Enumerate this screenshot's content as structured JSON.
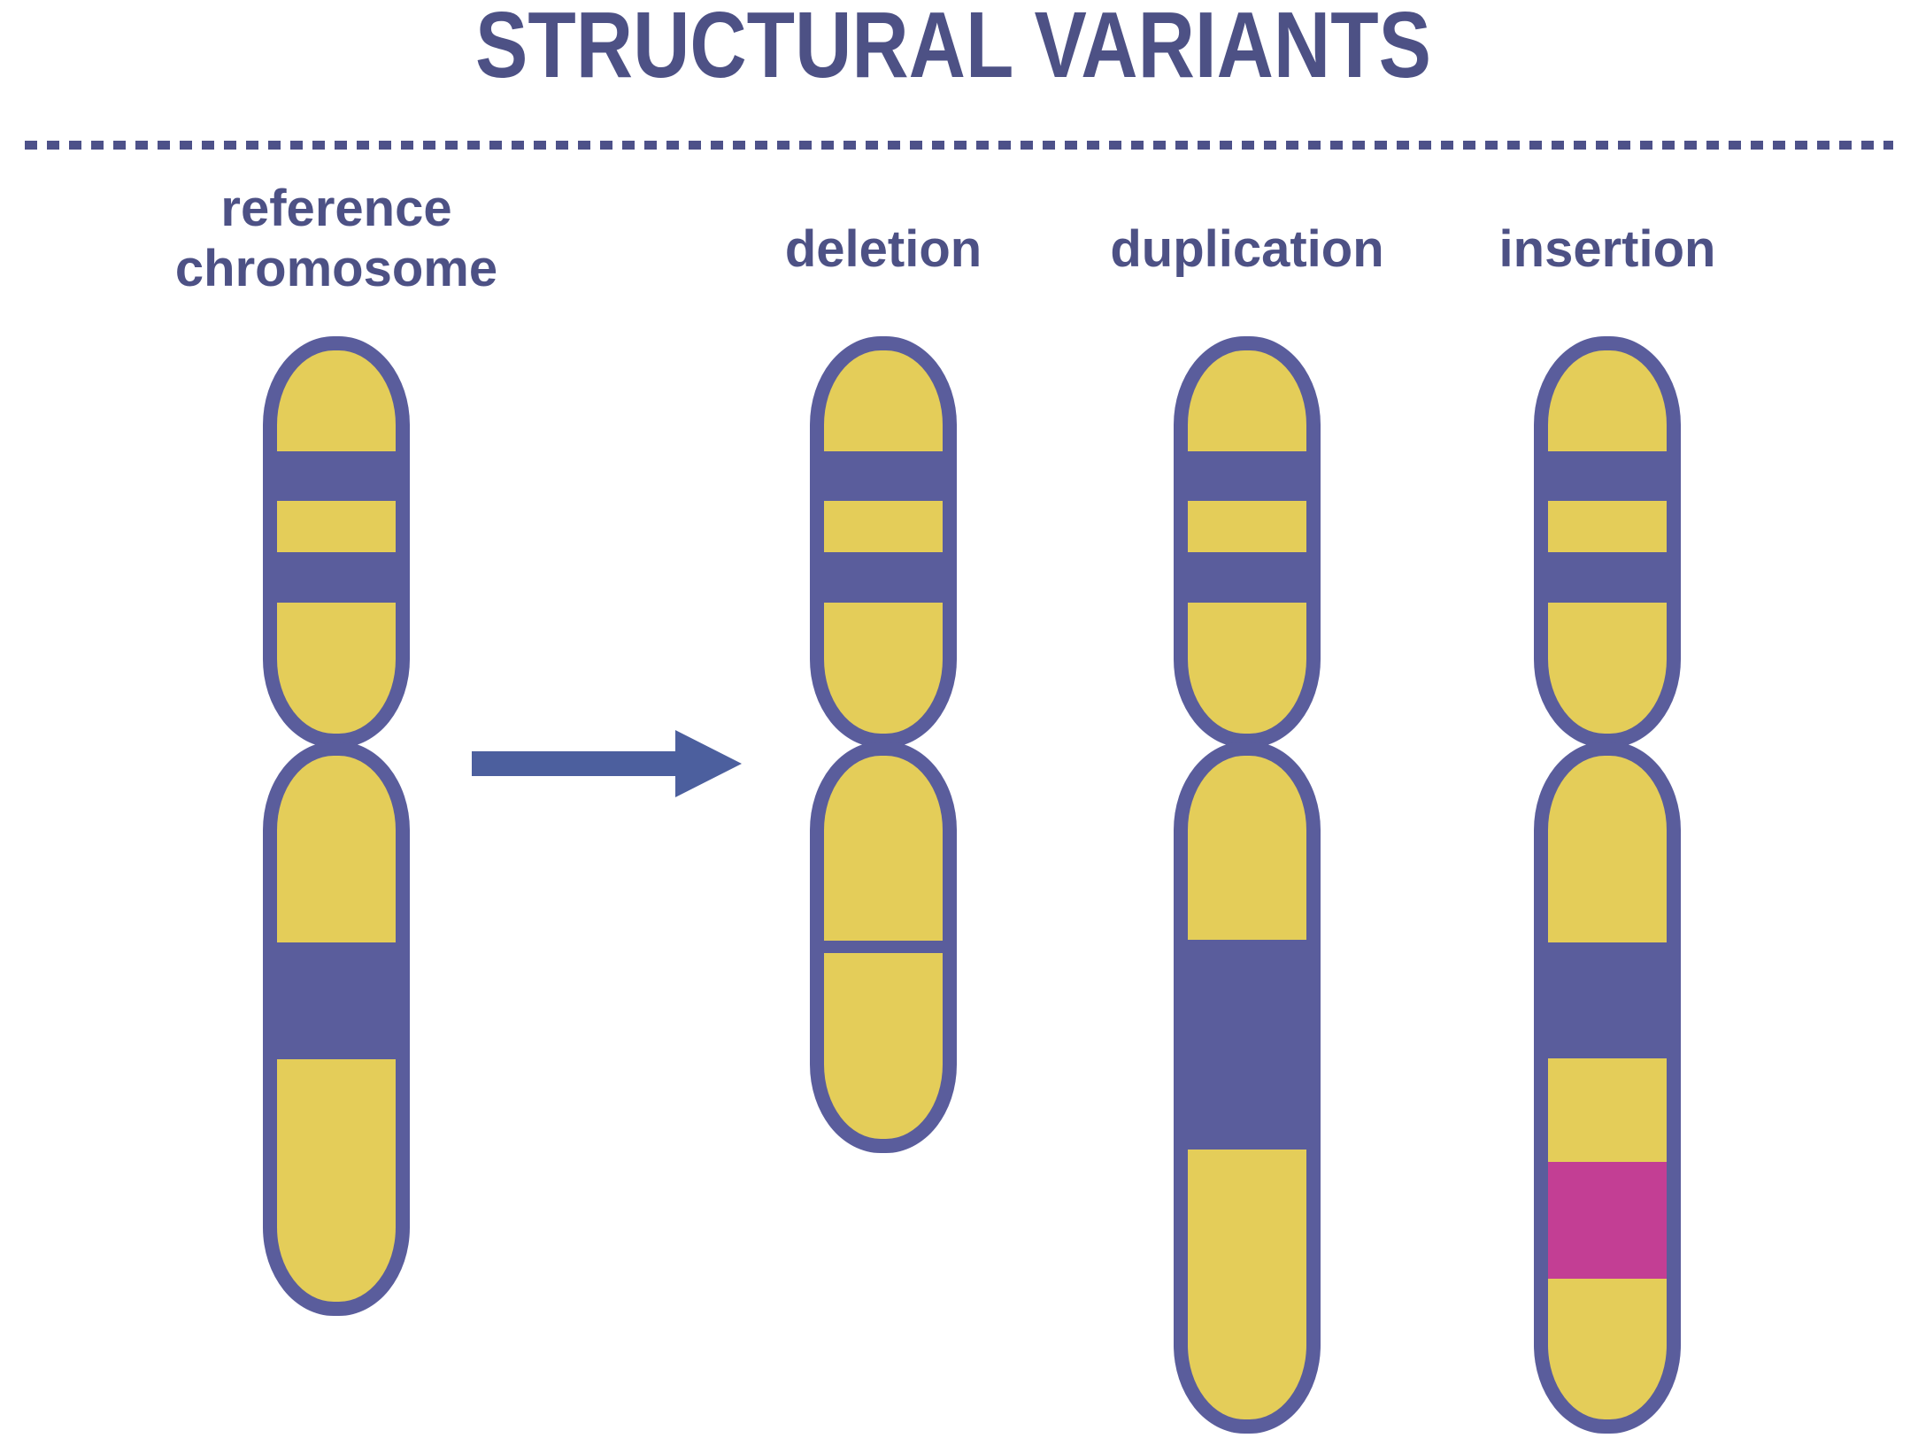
{
  "title": "STRUCTURAL VARIANTS",
  "labels": {
    "reference": "reference\nchromosome",
    "deletion": "deletion",
    "duplication": "duplication",
    "insertion": "insertion"
  },
  "diagram": {
    "chromosomes": [
      {
        "id": "reference",
        "label": "reference chromosome",
        "p_arm_bands": [
          "yellow",
          "purple",
          "yellow",
          "purple",
          "yellow"
        ],
        "q_arm_bands": [
          "yellow",
          "purple",
          "yellow"
        ]
      },
      {
        "id": "deletion",
        "label": "deletion",
        "p_arm_bands": [
          "yellow",
          "purple",
          "yellow",
          "purple",
          "yellow"
        ],
        "q_arm_bands": [
          "yellow",
          "divider-line",
          "yellow"
        ]
      },
      {
        "id": "duplication",
        "label": "duplication",
        "p_arm_bands": [
          "yellow",
          "purple",
          "yellow",
          "purple",
          "yellow"
        ],
        "q_arm_bands": [
          "yellow",
          "purple-doubled",
          "yellow"
        ]
      },
      {
        "id": "insertion",
        "label": "insertion",
        "p_arm_bands": [
          "yellow",
          "purple",
          "yellow",
          "purple",
          "yellow"
        ],
        "q_arm_bands": [
          "yellow",
          "purple",
          "yellow",
          "pink-inserted",
          "yellow"
        ]
      }
    ],
    "arrow": "reference-to-variants"
  },
  "colors": {
    "background": "#ffffff",
    "text": "#4d5185",
    "dash": "#4d5189",
    "outline": "#5a5d9c",
    "fill": "#e4cd59",
    "insert": "#c33e94",
    "arrow": "#4c5f9e"
  }
}
